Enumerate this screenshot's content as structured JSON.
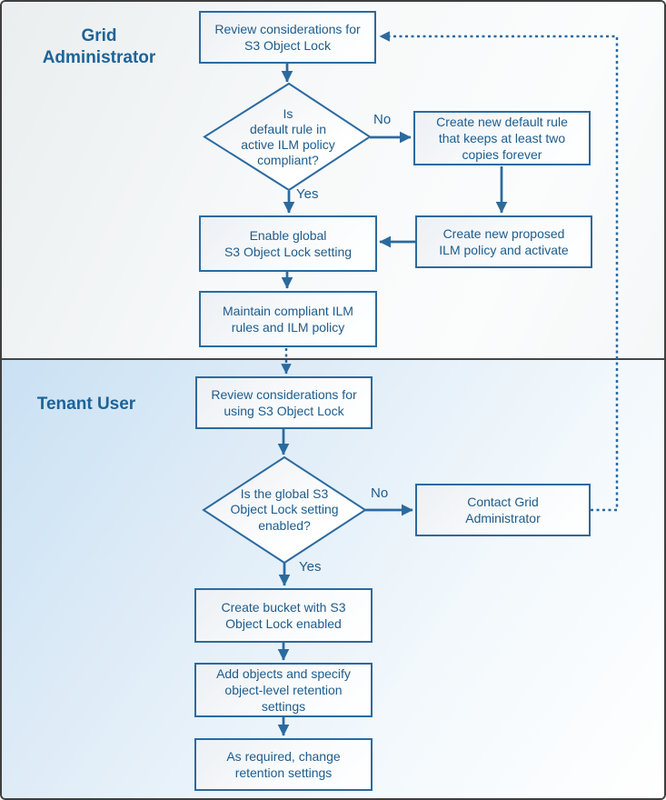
{
  "lanes": [
    {
      "label": "Grid Administrator"
    },
    {
      "label": "Tenant User"
    }
  ],
  "nodes": {
    "review1": {
      "label": "Review considerations for\nS3 Object Lock"
    },
    "decision1": {
      "label": "Is\ndefault rule in\nactive ILM policy\ncompliant?"
    },
    "createRule": {
      "label": "Create new default rule\nthat keeps at least two\ncopies forever"
    },
    "createPolicy": {
      "label": "Create new proposed\nILM policy and activate"
    },
    "enable": {
      "label": "Enable global\nS3 Object Lock setting"
    },
    "maintain": {
      "label": "Maintain compliant ILM\nrules and ILM policy"
    },
    "review2": {
      "label": "Review considerations for\nusing S3 Object Lock"
    },
    "decision2": {
      "label": "Is the global S3\nObject Lock setting\nenabled?"
    },
    "contact": {
      "label": "Contact Grid\nAdministrator"
    },
    "bucket": {
      "label": "Create bucket with S3\nObject Lock enabled"
    },
    "objects": {
      "label": "Add objects and specify\nobject-level retention\nsettings"
    },
    "retention": {
      "label": "As required, change\nretention settings"
    }
  },
  "edge_labels": {
    "no1": "No",
    "yes1": "Yes",
    "no2": "No",
    "yes2": "Yes"
  },
  "colors": {
    "line": "#2b6a9f",
    "text": "#1e5c8c",
    "lane_title": "#1d6398",
    "lane_divider": "#454545",
    "lane2_background": "#c9e1f3"
  }
}
